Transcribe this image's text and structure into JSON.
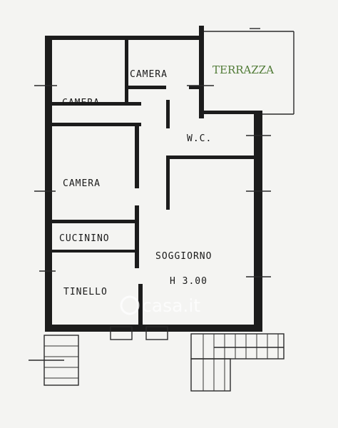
{
  "labels": {
    "camera_top": "CAMERA",
    "terrazza": "TERRAZZA",
    "camera_mid": "CAMERA",
    "wc": "W.C.",
    "camera_left": "CAMERA",
    "cucinino": "CUCININO",
    "soggiorno": "SOGGIORNO",
    "height": "H 3.00",
    "tinello": "TINELLO"
  },
  "watermark": {
    "brand": "casa.it"
  },
  "colors": {
    "wall": "#1c1c1c",
    "background": "#f4f4f2",
    "terrazza_text": "#4f7a35"
  }
}
